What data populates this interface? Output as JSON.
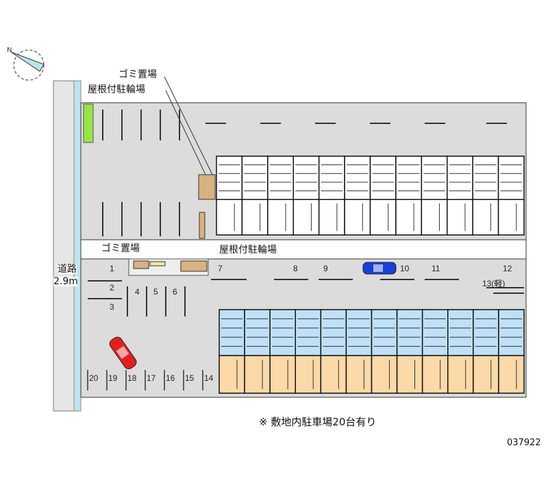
{
  "labels": {
    "garbage_top": "ゴミ置場",
    "bicycle_top": "屋根付駐輪場",
    "garbage_mid": "ゴミ置場",
    "bicycle_mid": "屋根付駐輪場",
    "road_name": "道路",
    "road_width": "2.9m"
  },
  "parking_spaces": [
    "1",
    "2",
    "3",
    "4",
    "5",
    "6",
    "7",
    "8",
    "9",
    "10",
    "11",
    "12",
    "13(軽)",
    "14",
    "15",
    "16",
    "17",
    "18",
    "19",
    "20"
  ],
  "footnote": "※ 敷地内駐車場20台有り",
  "property_code": "037922",
  "buildings": {
    "upper_units": 12,
    "lower_units": 12
  },
  "colors": {
    "lot": "#dcdcdc",
    "road": "#e6e6e6",
    "water": "#bfe3ee",
    "green": "#99e34a",
    "wood": "#d9b282",
    "lower_front": "#fbd9a8",
    "lower_back": "#bfe0f7",
    "blue_car": "#1a3fd6",
    "red_car": "#e02020"
  }
}
